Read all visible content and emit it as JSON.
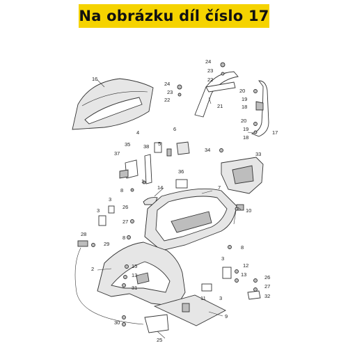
{
  "banner": {
    "text": "Na obrázku díl číslo 17",
    "color": "#f5d300"
  },
  "diagram": {
    "part_numbers": [
      "1",
      "2",
      "3",
      "3",
      "3",
      "3",
      "4",
      "5",
      "6",
      "7",
      "8",
      "8",
      "8",
      "9",
      "10",
      "11",
      "12",
      "13",
      "13",
      "14",
      "15",
      "16",
      "17",
      "18",
      "18",
      "19",
      "19",
      "20",
      "20",
      "21",
      "22",
      "22",
      "23",
      "23",
      "24",
      "24",
      "25",
      "26",
      "26",
      "27",
      "27",
      "28",
      "29",
      "30",
      "31",
      "32",
      "33",
      "34",
      "35",
      "36",
      "37",
      "38"
    ]
  }
}
